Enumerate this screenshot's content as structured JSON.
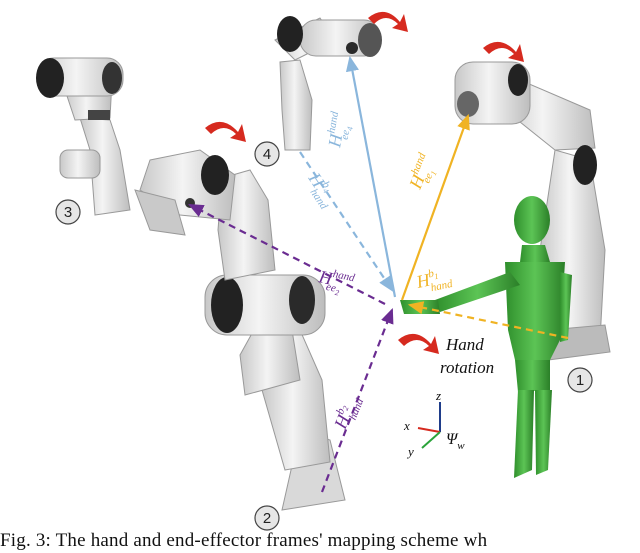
{
  "figure": {
    "caption": "Fig. 3: The hand and end-effector frames' mapping scheme wh",
    "robot_numbers": [
      "1",
      "2",
      "3",
      "4"
    ],
    "labels": {
      "h_ee1": {
        "base": "H",
        "sup": "hand",
        "sub": "ee",
        "subsub": "1"
      },
      "h_hand_b1": {
        "base": "H",
        "sup": "b",
        "supsub": "1",
        "sub": "hand"
      },
      "h_ee2": {
        "base": "H",
        "sup": "hand",
        "sub": "ee",
        "subsub": "2"
      },
      "h_hand_b2": {
        "base": "H",
        "sup": "b",
        "supsub": "2",
        "sub": "hand"
      },
      "h_ee4": {
        "base": "H",
        "sup": "hand",
        "sub": "ee",
        "subsub": "4"
      },
      "h_hand_b4": {
        "base": "H",
        "sup": "b",
        "supsub": "4",
        "sub": "hand"
      }
    },
    "hand_rotation_line1": "Hand",
    "hand_rotation_line2": "rotation",
    "axes": {
      "x": "x",
      "y": "y",
      "z": "z",
      "psi": "Ψ",
      "psi_sub": "w"
    },
    "colors": {
      "orange": "#f0b323",
      "purple": "#6a2c91",
      "blue": "#8ab6dc",
      "human": "#3fae3a",
      "rotation_arrow": "#d62a1f"
    }
  }
}
